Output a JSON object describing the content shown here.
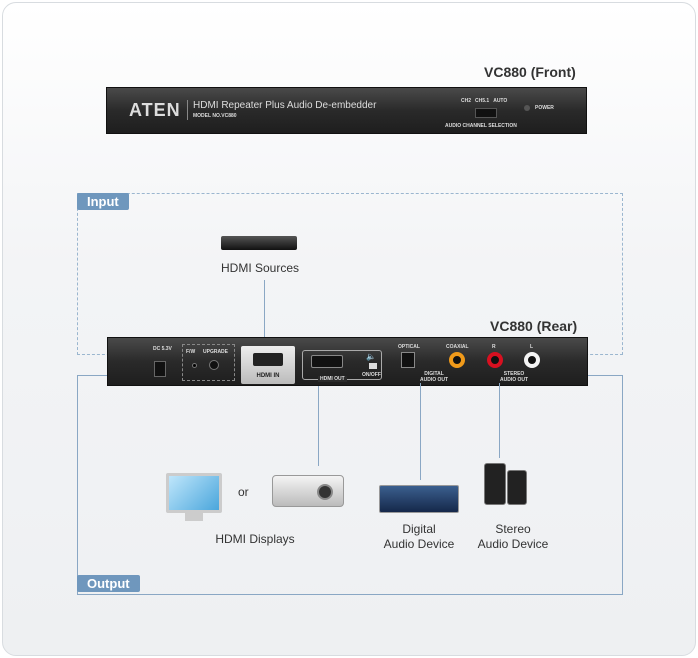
{
  "front": {
    "title": "VC880 (Front)",
    "brand": "ATEN",
    "product": "HDMI Repeater Plus Audio De-embedder",
    "model": "MODEL NO.VC880",
    "switch_labels": [
      "CH2",
      "CH5.1",
      "AUTO"
    ],
    "switch_caption": "AUDIO CHANNEL SELECTION",
    "power": "POWER"
  },
  "rear": {
    "title": "VC880 (Rear)",
    "dc": "DC 5.3V",
    "fw": "F/W",
    "upgrade": "UPGRADE",
    "hdmi_in": "HDMI IN",
    "hdmi_out": "HDMI OUT",
    "onoff": "ON/OFF",
    "optical": "OPTICAL",
    "coaxial": "COAXIAL",
    "digital_out": [
      "DIGITAL",
      "AUDIO OUT"
    ],
    "r": "R",
    "l": "L",
    "stereo_out": [
      "STEREO",
      "AUDIO OUT"
    ]
  },
  "input": {
    "label": "Input",
    "source": "HDMI Sources"
  },
  "output": {
    "label": "Output",
    "or": "or",
    "displays": "HDMI Displays",
    "digital": [
      "Digital",
      "Audio Device"
    ],
    "stereo": [
      "Stereo",
      "Audio Device"
    ]
  }
}
